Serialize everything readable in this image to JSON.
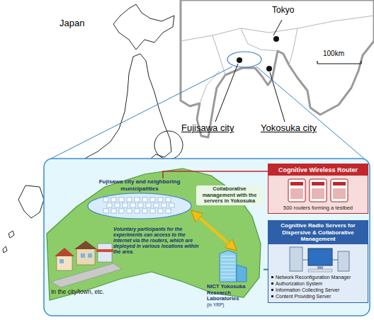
{
  "diagram": {
    "nodes": [
      {
        "text": [
          "Fujisawa city and neighboring municipalities"
        ]
      },
      {
        "text": [
          "Cognitive Wireless Router",
          "500 routers forming a testbed"
        ]
      },
      {
        "text": [
          "Cognitive Radio Servers for Dispersive & Collaborative Management",
          "Network Reconfiguration Manager",
          "Authorization System",
          "Information Collecting Server",
          "Content Providing Server"
        ]
      },
      {
        "text": [
          "NICT Yokosuka Research Laboratories",
          "(in YRP)"
        ]
      }
    ],
    "edges": [
      {
        "from": 0,
        "to": 1,
        "arrow": "none"
      },
      {
        "from": 0,
        "to": 3,
        "arrow": "both",
        "label": "Collaborative management with the servers in Yokosuka"
      },
      {
        "from": 3,
        "to": 2,
        "arrow": "none"
      }
    ],
    "labels": [
      "Japan",
      "Tokyo",
      "100km",
      "Fujisawa city",
      "Yokosuka city",
      "Voluntary participants for the experiments can access to the Internet via the routers, which are deployed in various locations within the area.",
      "In the city/town, etc."
    ]
  }
}
